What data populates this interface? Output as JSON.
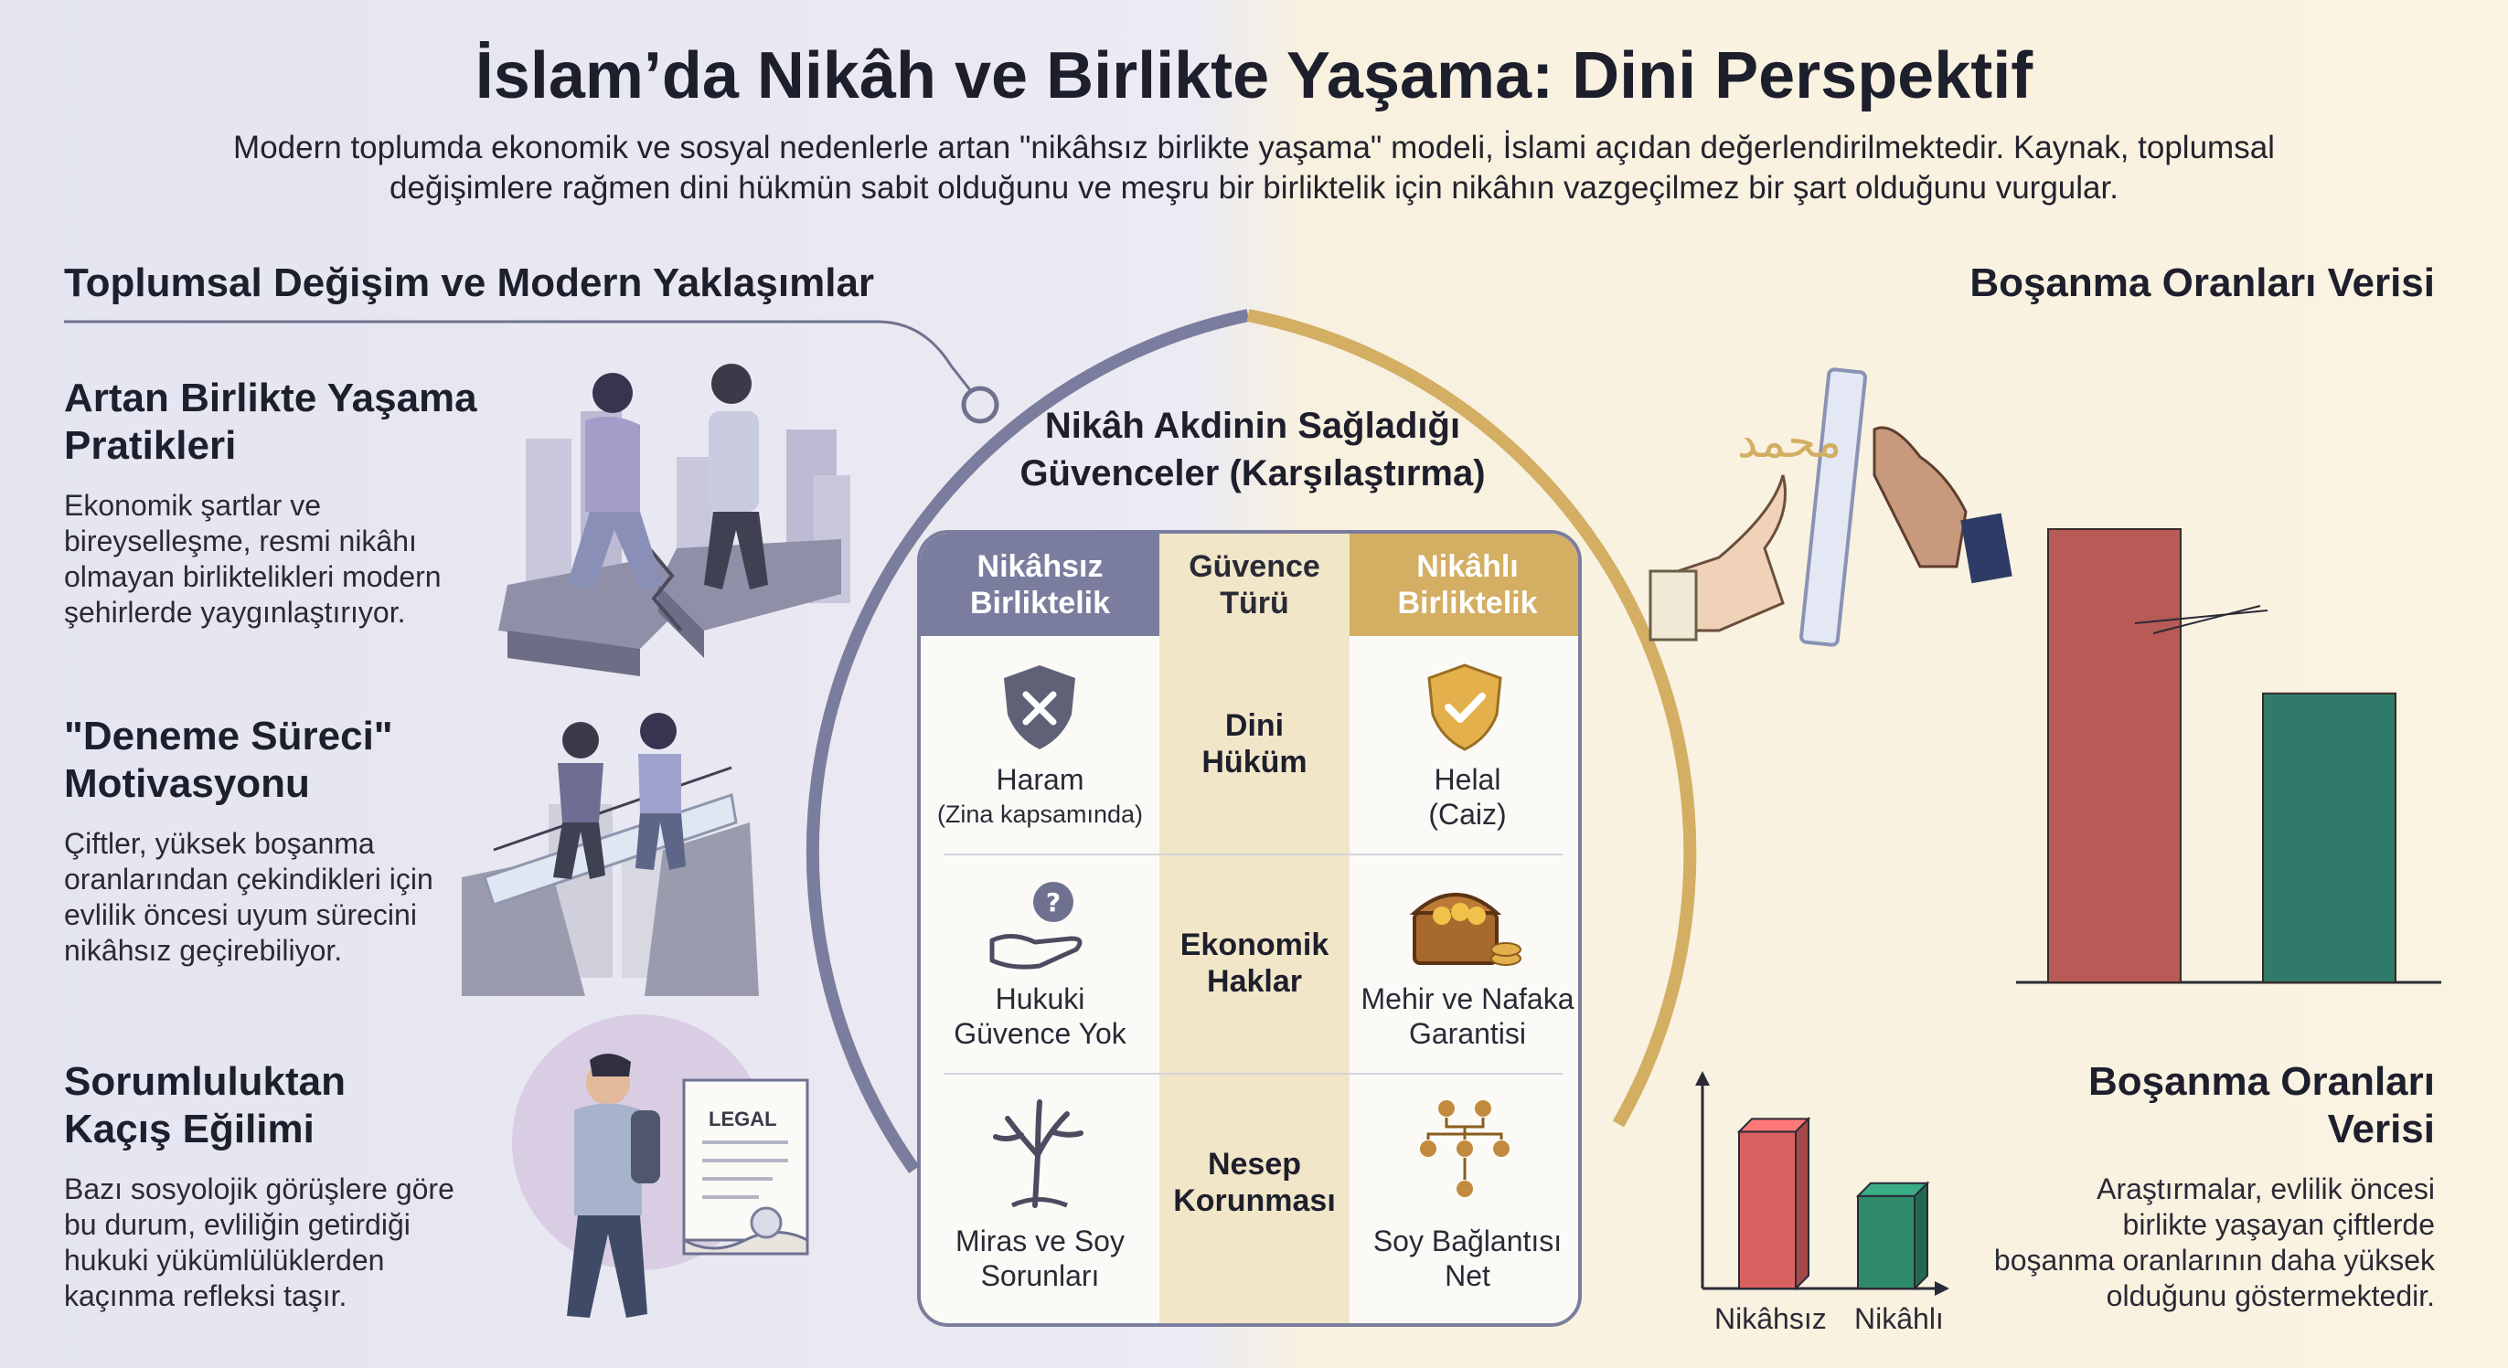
{
  "header": {
    "title": "İslam’da Nikâh ve Birlikte Yaşama: Dini Perspektif",
    "subtitle_line1": "Modern toplumda ekonomik ve sosyal nedenlerle artan \"nikâhsız birlikte yaşama\" modeli, İslami açıdan değerlendirilmektedir. Kaynak, toplumsal",
    "subtitle_line2": "değişimlere rağmen dini hükmün sabit olduğunu ve meşru bir birliktelik için nikâhın vazgeçilmez bir şart olduğunu vurgular."
  },
  "left": {
    "section_title": "Toplumsal Değişim ve Modern Yaklaşımlar",
    "items": [
      {
        "title_l1": "Artan Birlikte Yaşama",
        "title_l2": "Pratikleri",
        "body": [
          "Ekonomik şartlar ve",
          "bireyselleşme, resmi nikâhı",
          "olmayan birliktelikleri modern",
          "şehirlerde yaygınlaştırıyor."
        ]
      },
      {
        "title_l1": "\"Deneme Süreci\"",
        "title_l2": "Motivasyonu",
        "body": [
          "Çiftler, yüksek boşanma",
          "oranlarından çekindikleri için",
          "evlilik öncesi uyum sürecini",
          "nikâhsız geçirebiliyor."
        ]
      },
      {
        "title_l1": "Sorumluluktan",
        "title_l2": "Kaçış Eğilimi",
        "body": [
          "Bazı sosyolojik görüşlere göre",
          "bu durum, evliliğin getirdiği",
          "hukuki yükümlülüklerden",
          "kaçınma refleksi taşır."
        ]
      }
    ],
    "legal_doc_label": "LEGAL"
  },
  "center": {
    "title_l1": "Nikâh Akdinin Sağladığı",
    "title_l2": "Güvenceler (Karşılaştırma)",
    "columns": [
      {
        "l1": "Nikâhsız",
        "l2": "Birliktelik"
      },
      {
        "l1": "Güvence",
        "l2": "Türü"
      },
      {
        "l1": "Nikâhlı",
        "l2": "Birliktelik"
      }
    ],
    "rows": [
      {
        "left_l1": "Haram",
        "left_l2": "(Zina kapsamında)",
        "mid_l1": "Dini",
        "mid_l2": "Hüküm",
        "right_l1": "Helal",
        "right_l2": "(Caiz)"
      },
      {
        "left_l1": "Hukuki",
        "left_l2": "Güvence Yok",
        "mid_l1": "Ekonomik",
        "mid_l2": "Haklar",
        "right_l1": "Mehir ve Nafaka",
        "right_l2": "Garantisi"
      },
      {
        "left_l1": "Miras ve Soy",
        "left_l2": "Sorunları",
        "mid_l1": "Nesep",
        "mid_l2": "Korunması",
        "right_l1": "Soy Bağlantısı",
        "right_l2": "Net"
      }
    ]
  },
  "right": {
    "top_title": "Boşanma Oranları Verisi",
    "bottom_title_l1": "Boşanma Oranları",
    "bottom_title_l2": "Verisi",
    "body": [
      "Araştırmalar, evlilik öncesi",
      "birlikte yaşayan çiftlerde",
      "boşanma oranlarının daha yüksek",
      "olduğunu göstermektedir."
    ]
  },
  "chart_data": [
    {
      "type": "bar",
      "categories": [
        "",
        ""
      ],
      "values": [
        0.8,
        0.51
      ],
      "ylim": [
        0,
        1
      ],
      "colors": [
        "#b85a55",
        "#2f7a68"
      ]
    },
    {
      "type": "bar",
      "categories": [
        "Nikâhsız",
        "Nikâhlı"
      ],
      "values": [
        0.78,
        0.46
      ],
      "ylim": [
        0,
        1
      ],
      "colors": [
        "#d9615f",
        "#2e8a6a"
      ]
    }
  ],
  "colors": {
    "slate": "#7b7d9e",
    "gold": "#d3ae63",
    "shield_dark": "#5f6277",
    "shield_gold": "#e3b04b"
  }
}
